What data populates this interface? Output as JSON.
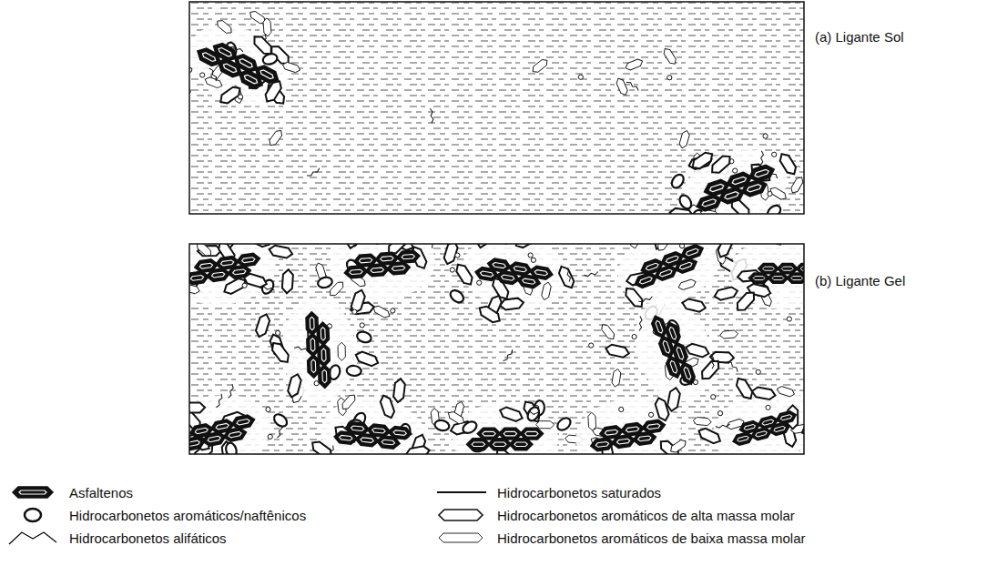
{
  "diagram": {
    "labels": [
      "(a) Ligante Sol",
      "(b) Ligante Gel"
    ],
    "legend": [
      {
        "text": "Asfaltenos"
      },
      {
        "text": "Hidrocarbonetos saturados"
      },
      {
        "text": "Hidrocarbonetos aromáticos/naftênicos"
      },
      {
        "text": "Hidrocarbonetos aromáticos de alta massa molar"
      },
      {
        "text": "Hidrocarbonetos alifáticos"
      },
      {
        "text": "Hidrocarbonetos aromáticos de baixa massa molar"
      }
    ]
  }
}
